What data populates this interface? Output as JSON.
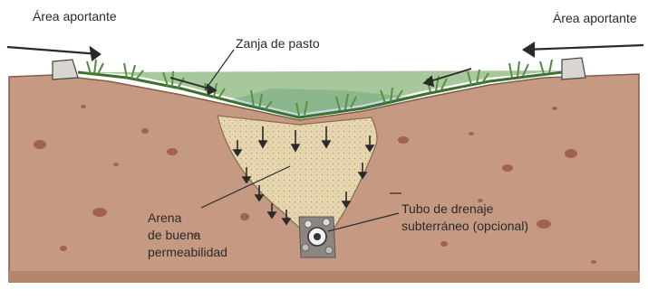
{
  "labels": {
    "area_left": "Área aportante",
    "area_right": "Área aportante",
    "zanja": "Zanja de pasto",
    "arena": [
      "Arena",
      "de buena",
      "permeabilidad"
    ],
    "tubo": [
      "Tubo de drenaje",
      "subterráneo (opcional)"
    ]
  },
  "colors": {
    "soil": "#c69a82",
    "soil_dark": "#a8735a",
    "sand": "#e6d6b0",
    "grass": "#4f8a3c",
    "pebble": "#a1634f",
    "ink": "#2a2a2a",
    "water": "#a9c9cf"
  }
}
